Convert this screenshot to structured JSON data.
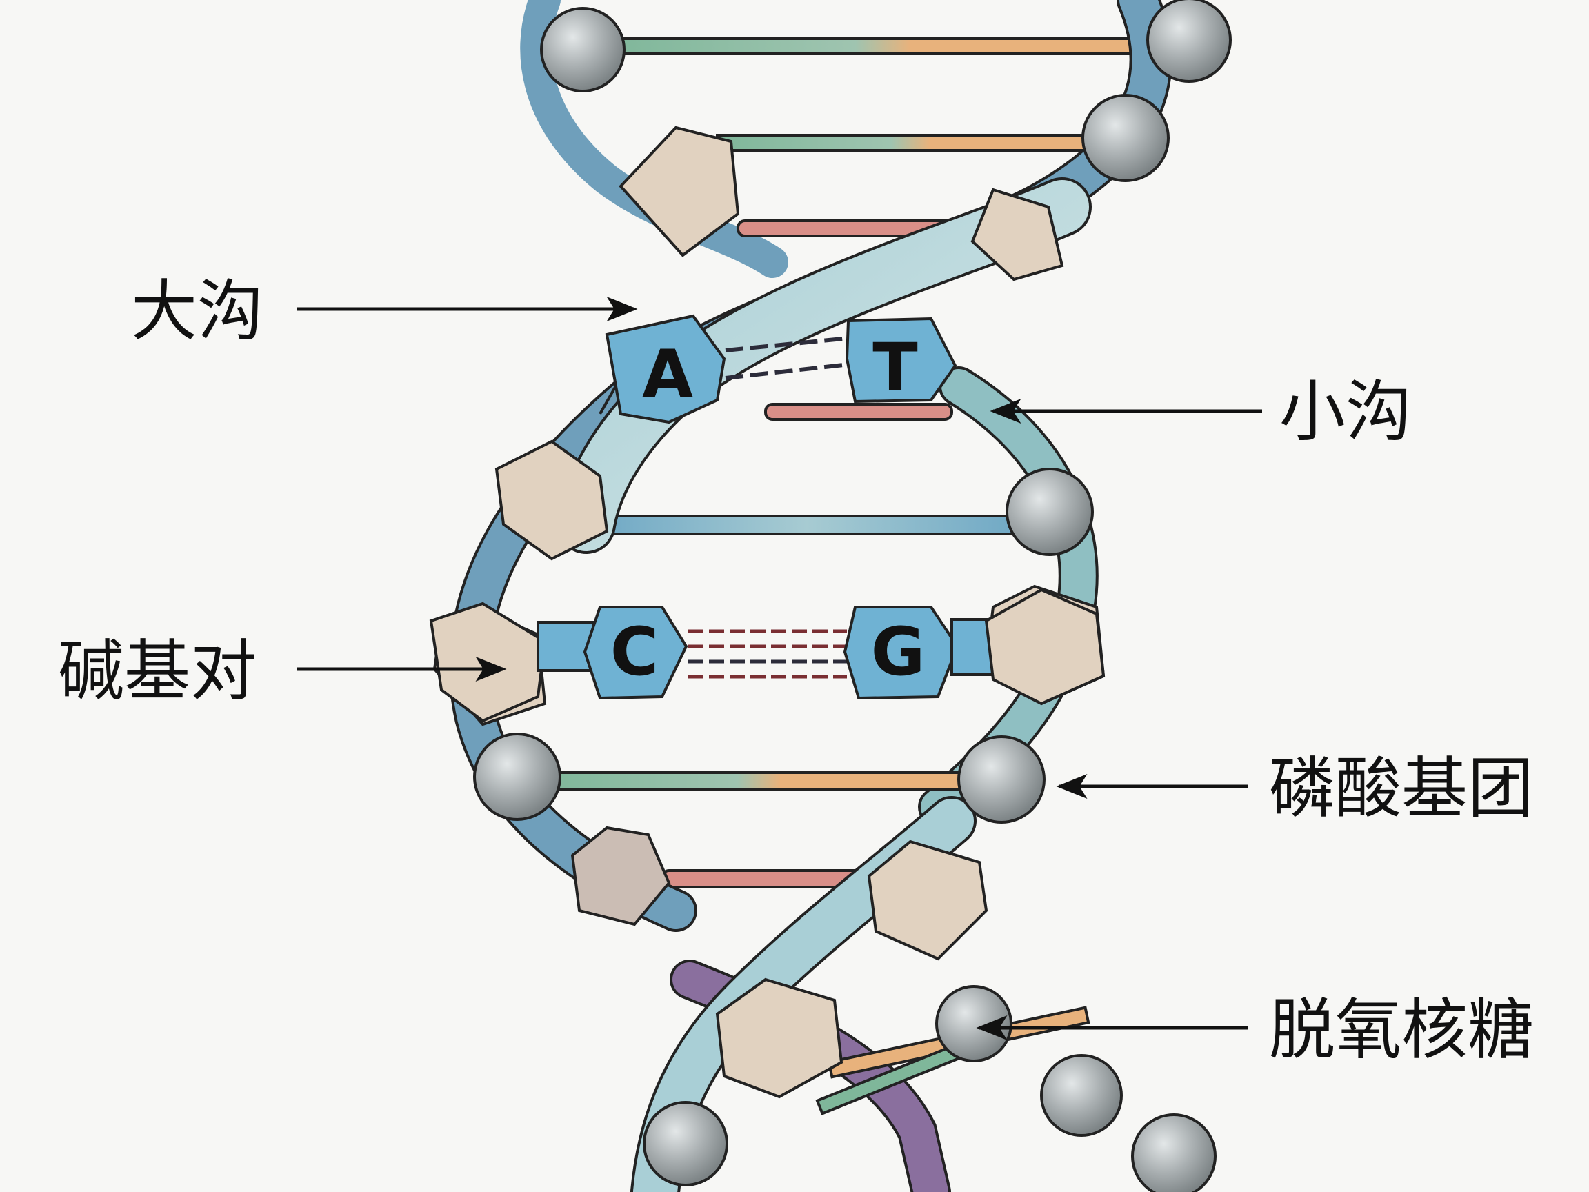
{
  "labels": {
    "major_groove": "大沟",
    "minor_groove": "小沟",
    "base_pair": "碱基对",
    "phosphate_group": "磷酸基团",
    "deoxyribose": "脱氧核糖"
  },
  "bases": {
    "top_left": "A",
    "top_right": "T",
    "mid_left": "C",
    "mid_right": "G"
  },
  "colors": {
    "background": "#f7f7f5",
    "backbone_blue": "#6f9fbb",
    "backbone_teal": "#b9d6da",
    "phosphate_gray": "#a9afb1",
    "sugar_beige": "#e1d2c0",
    "base_blue": "#6fb2d3",
    "rung_green": "#7fb79a",
    "rung_orange": "#e8b27c",
    "rung_pink": "#d98f88",
    "rung_purple": "#8a6f9e",
    "hbond_dark": "#2c2c3a",
    "hbond_red": "#7a2e32"
  },
  "icons": [
    "arrow-icon",
    "phosphate-sphere-icon",
    "sugar-pentagon-icon",
    "base-hexagon-icon"
  ]
}
